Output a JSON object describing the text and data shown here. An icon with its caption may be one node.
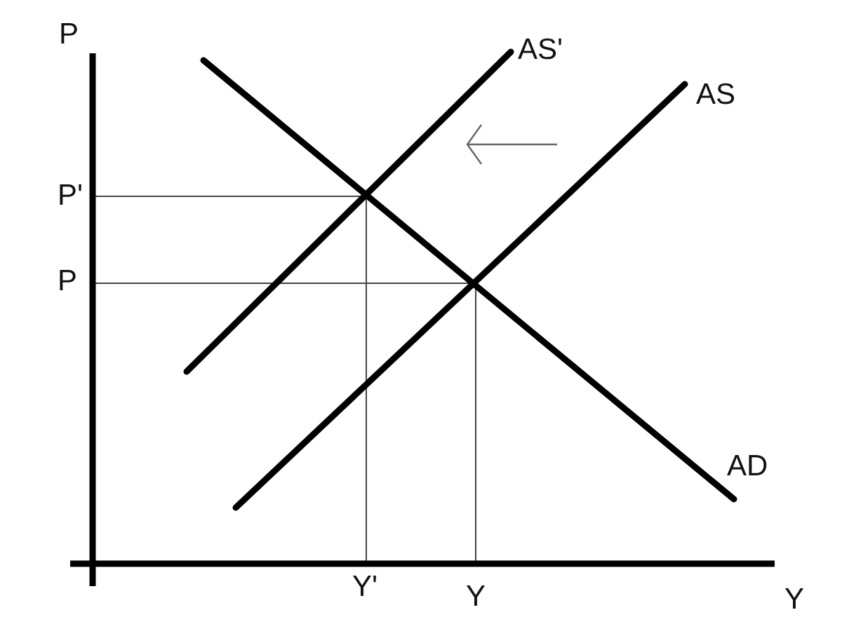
{
  "diagram": {
    "labels": [
      "P",
      "AS'",
      "AS",
      "P'",
      "P",
      "AD",
      "Y'",
      "Y",
      "Y"
    ]
  }
}
